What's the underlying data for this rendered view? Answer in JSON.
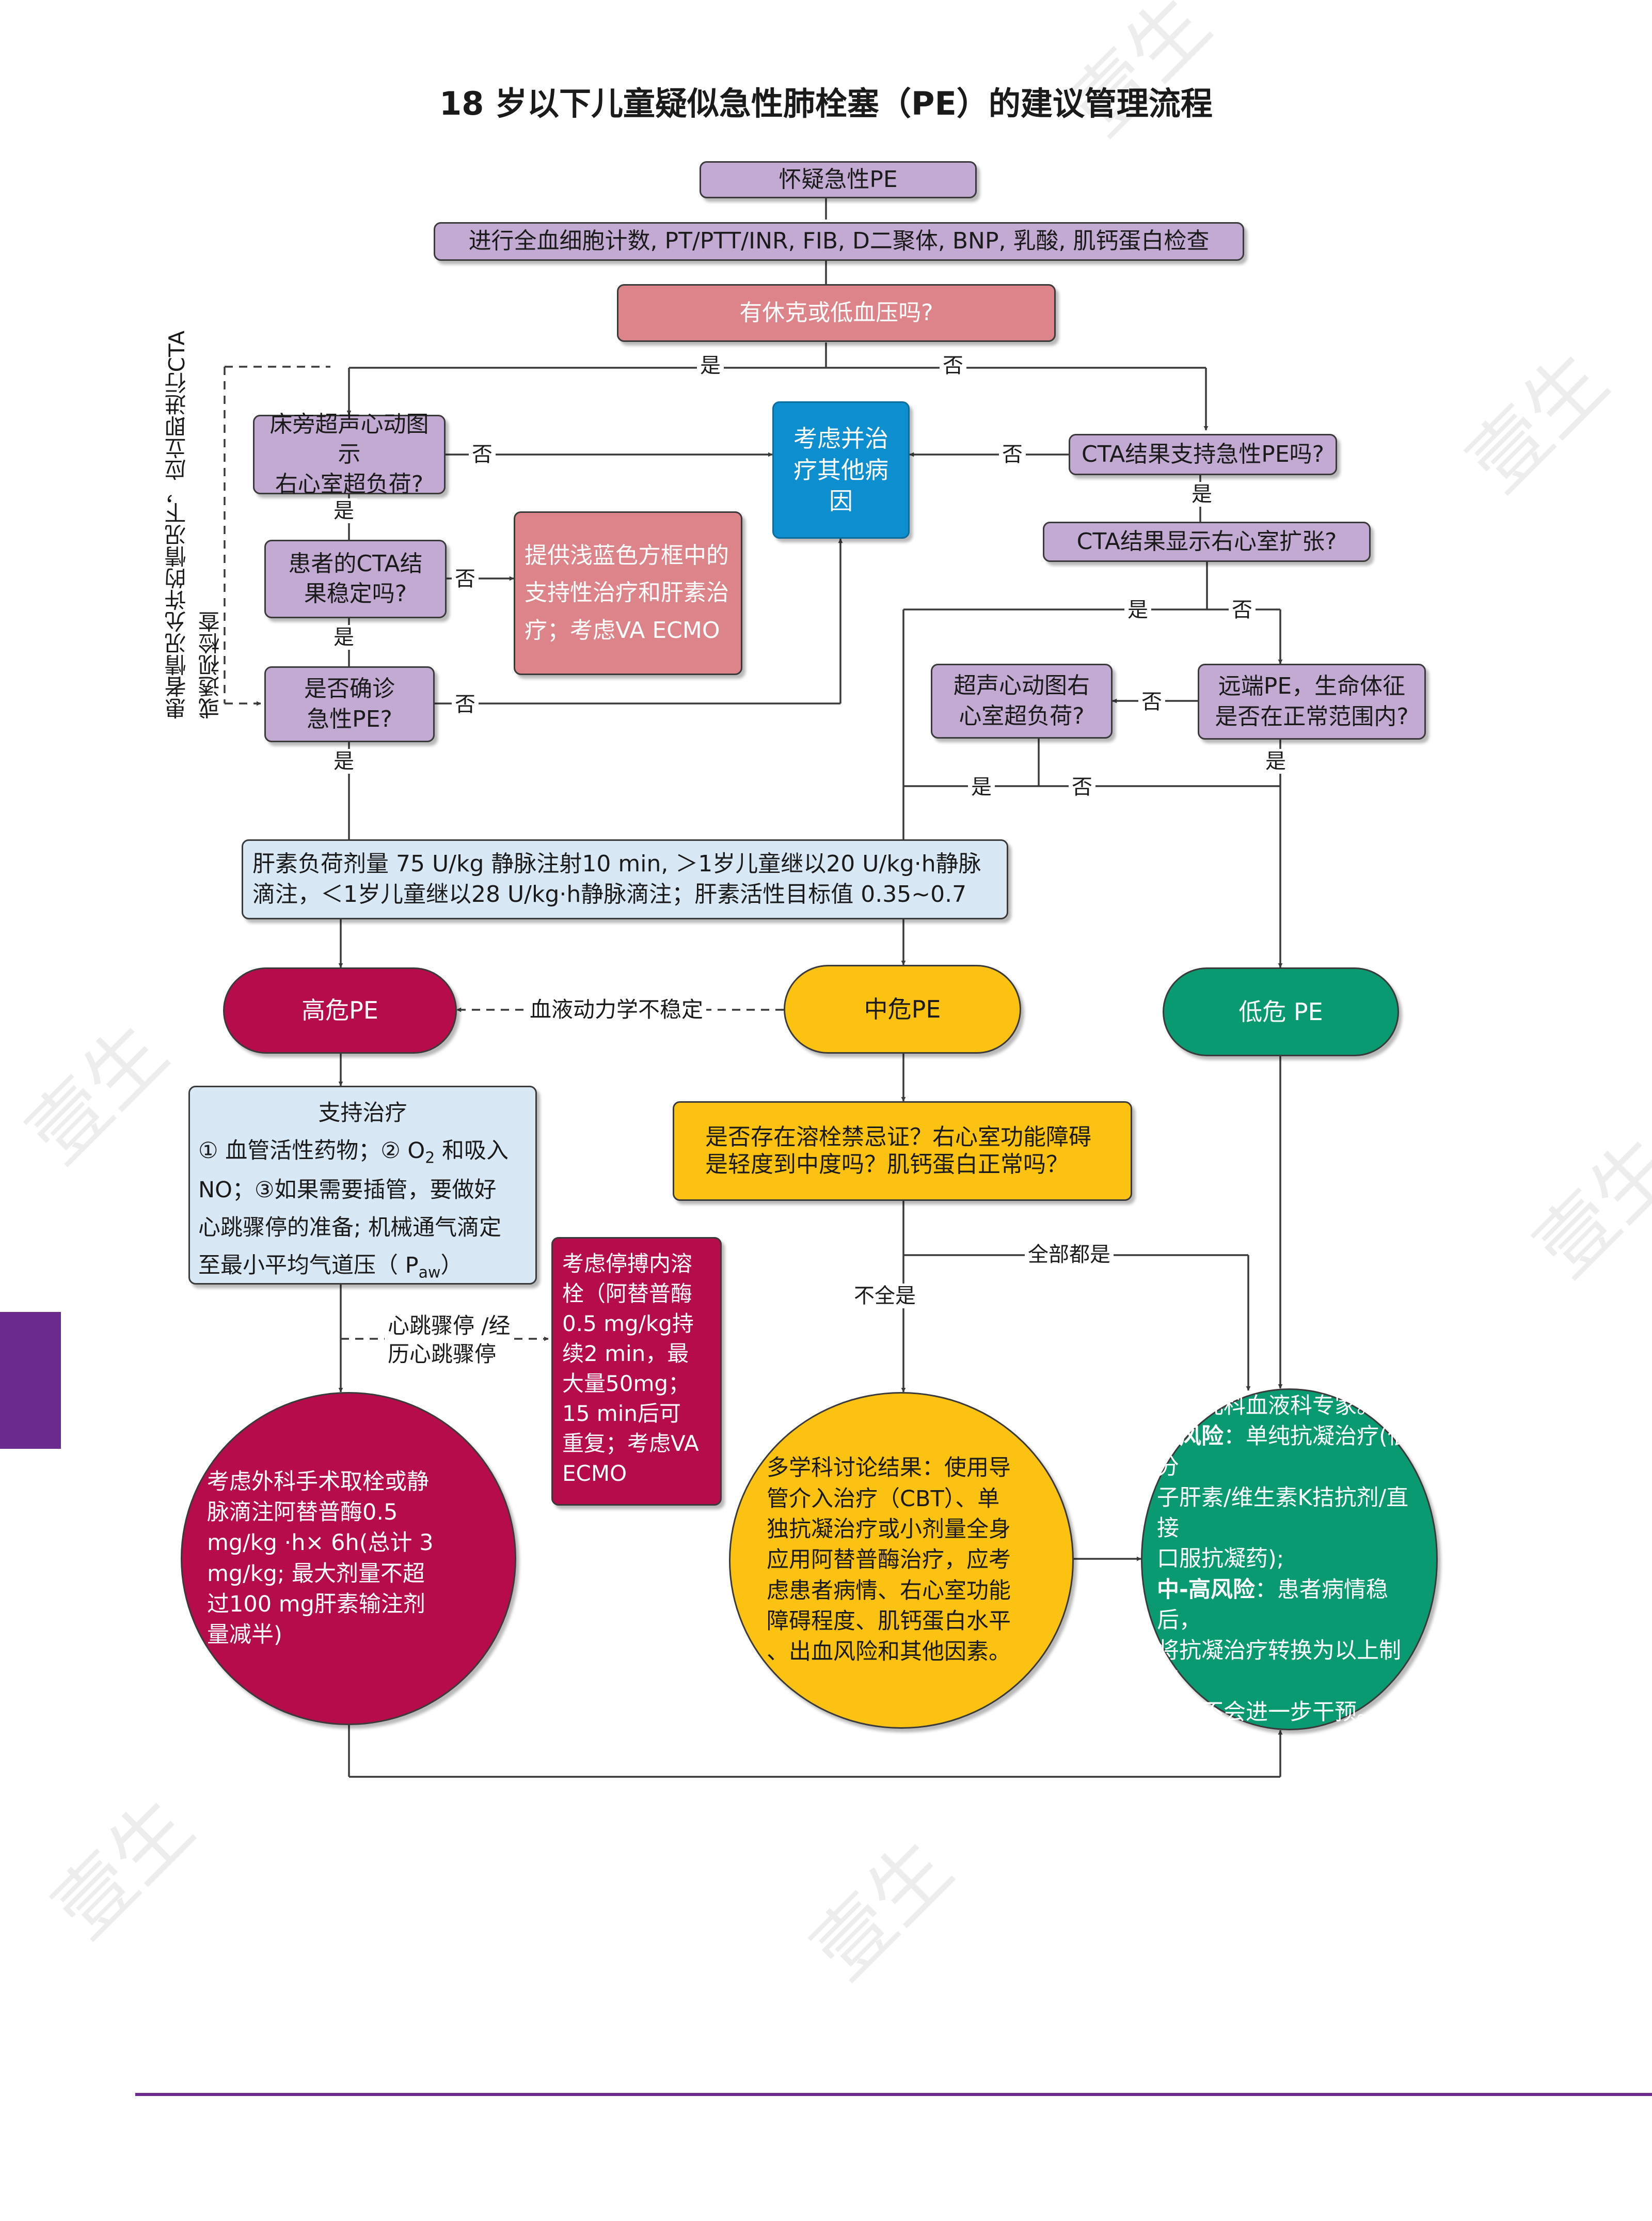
{
  "title": "18 岁以下儿童疑似急性肺栓塞（PE）的建议管理流程",
  "side_note": "患者情况允许的情况下，应立即进行CTA\n或透视检查",
  "watermark": "壹生",
  "nodes": {
    "suspect_pe": "怀疑急性PE",
    "labs": "进行全血细胞计数, PT/PTT/INR, FIB, D二聚体, BNP, 乳酸, 肌钙蛋白检查",
    "shock": "有休克或低血压吗?",
    "bedside_echo": "床旁超声心动图示\n右心室超负荷?",
    "consider_other": "考虑并治\n疗其他病\n因",
    "cta_support": "CTA结果支持急性PE吗?",
    "cta_rv": "CTA结果显示右心室扩张?",
    "cta_stable": "患者的CTA结\n果稳定吗?",
    "supportive_care": "提供浅蓝色方框中的\n支持性治疗和肝素治\n疗；考虑VA ECMO",
    "confirm_pe": "是否确诊\n急性PE?",
    "distal_pe": "远端PE，生命体征\n是否在正常范围内?",
    "echo_rv": "超声心动图右\n心室超负荷?",
    "heparin": "肝素负荷剂量 75 U/kg 静脉注射10 min, ＞1岁儿童继以20 U/kg·h静脉\n滴注，＜1岁儿童继以28 U/kg·h静脉滴注；肝素活性目标值 0.35~0.7",
    "high_pe": "高危PE",
    "mid_pe": "中危PE",
    "low_pe": "低危 PE",
    "support_title": "支持治疗",
    "support_body_1": "① 血管活性药物；② O",
    "support_sub": "2",
    "support_body_2": " 和吸入\nNO；③如果需要插管，要做好\n心跳骤停的准备; 机械通气滴定\n至最小平均气道压（ P",
    "support_sub_2": "aw",
    "support_body_3": "）",
    "contraindication": "是否存在溶栓禁忌证？右心室功能障碍\n是轻度到中度吗？肌钙蛋白正常吗？",
    "cpr_thrombolysis": "考虑停搏内溶\n栓（阿替普酶\n0.5 mg/kg持\n续2 min，最\n大量50mg；\n15 min后可\n重复；考虑VA\nECMO",
    "surgery": "考虑外科手术取栓或静\n脉滴注阿替普酶0.5\nmg/kg ·h× 6h(总计 3\nmg/kg; 最大剂量不超\n过100 mg肝素输注剂\n量减半)",
    "mdt": "多学科讨论结果：使用导\n管介入治疗（CBT）、单\n独抗凝治疗或小剂量全身\n应用阿替普酶治疗，应考\n虑患者病情、右心室功能\n障碍程度、肌钙蛋白水平\n、出血风险和其他因素。",
    "hem_intro": "咨询儿科血液科专家。",
    "hem_low_label": "低风险",
    "hem_low_text": "：单纯抗凝治疗(低分\n子肝素/维生素K拮抗剂/直接\n口服抗凝药);",
    "hem_high_label": "中-高风险",
    "hem_high_text": "：患者病情稳后，\n将抗凝治疗转换为以上制剂，\n预计不会进一步干预。"
  },
  "labels": {
    "yes": "是",
    "no": "否",
    "unstable": "血液动力学不稳定",
    "arrest": "心跳骤停 /经\n历心跳骤停",
    "all_yes": "全部都是",
    "not_all": "不全是"
  },
  "colors": {
    "line": "#3a3a3a",
    "accent": "#6b2a8e"
  }
}
